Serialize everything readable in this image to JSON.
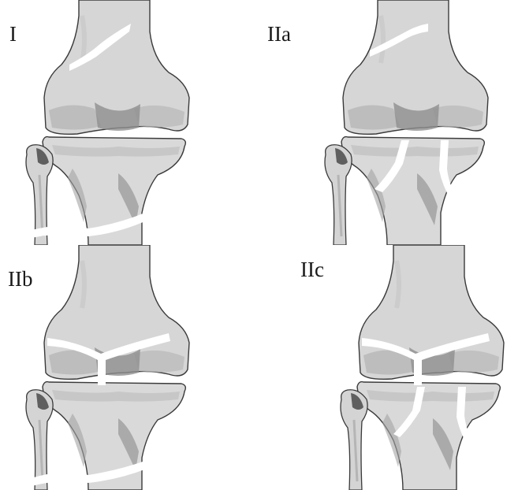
{
  "panels": [
    {
      "id": "I",
      "label": "I"
    },
    {
      "id": "IIa",
      "label": "IIa"
    },
    {
      "id": "IIb",
      "label": "IIb"
    },
    {
      "id": "IIc",
      "label": "IIc"
    }
  ],
  "colors": {
    "bone": "#d6d6d6",
    "bone_light": "#e4e4e4",
    "shade": "#a9a9a9",
    "dark": "#555555",
    "outline": "#3a3a3a",
    "fracture": "#ffffff"
  }
}
